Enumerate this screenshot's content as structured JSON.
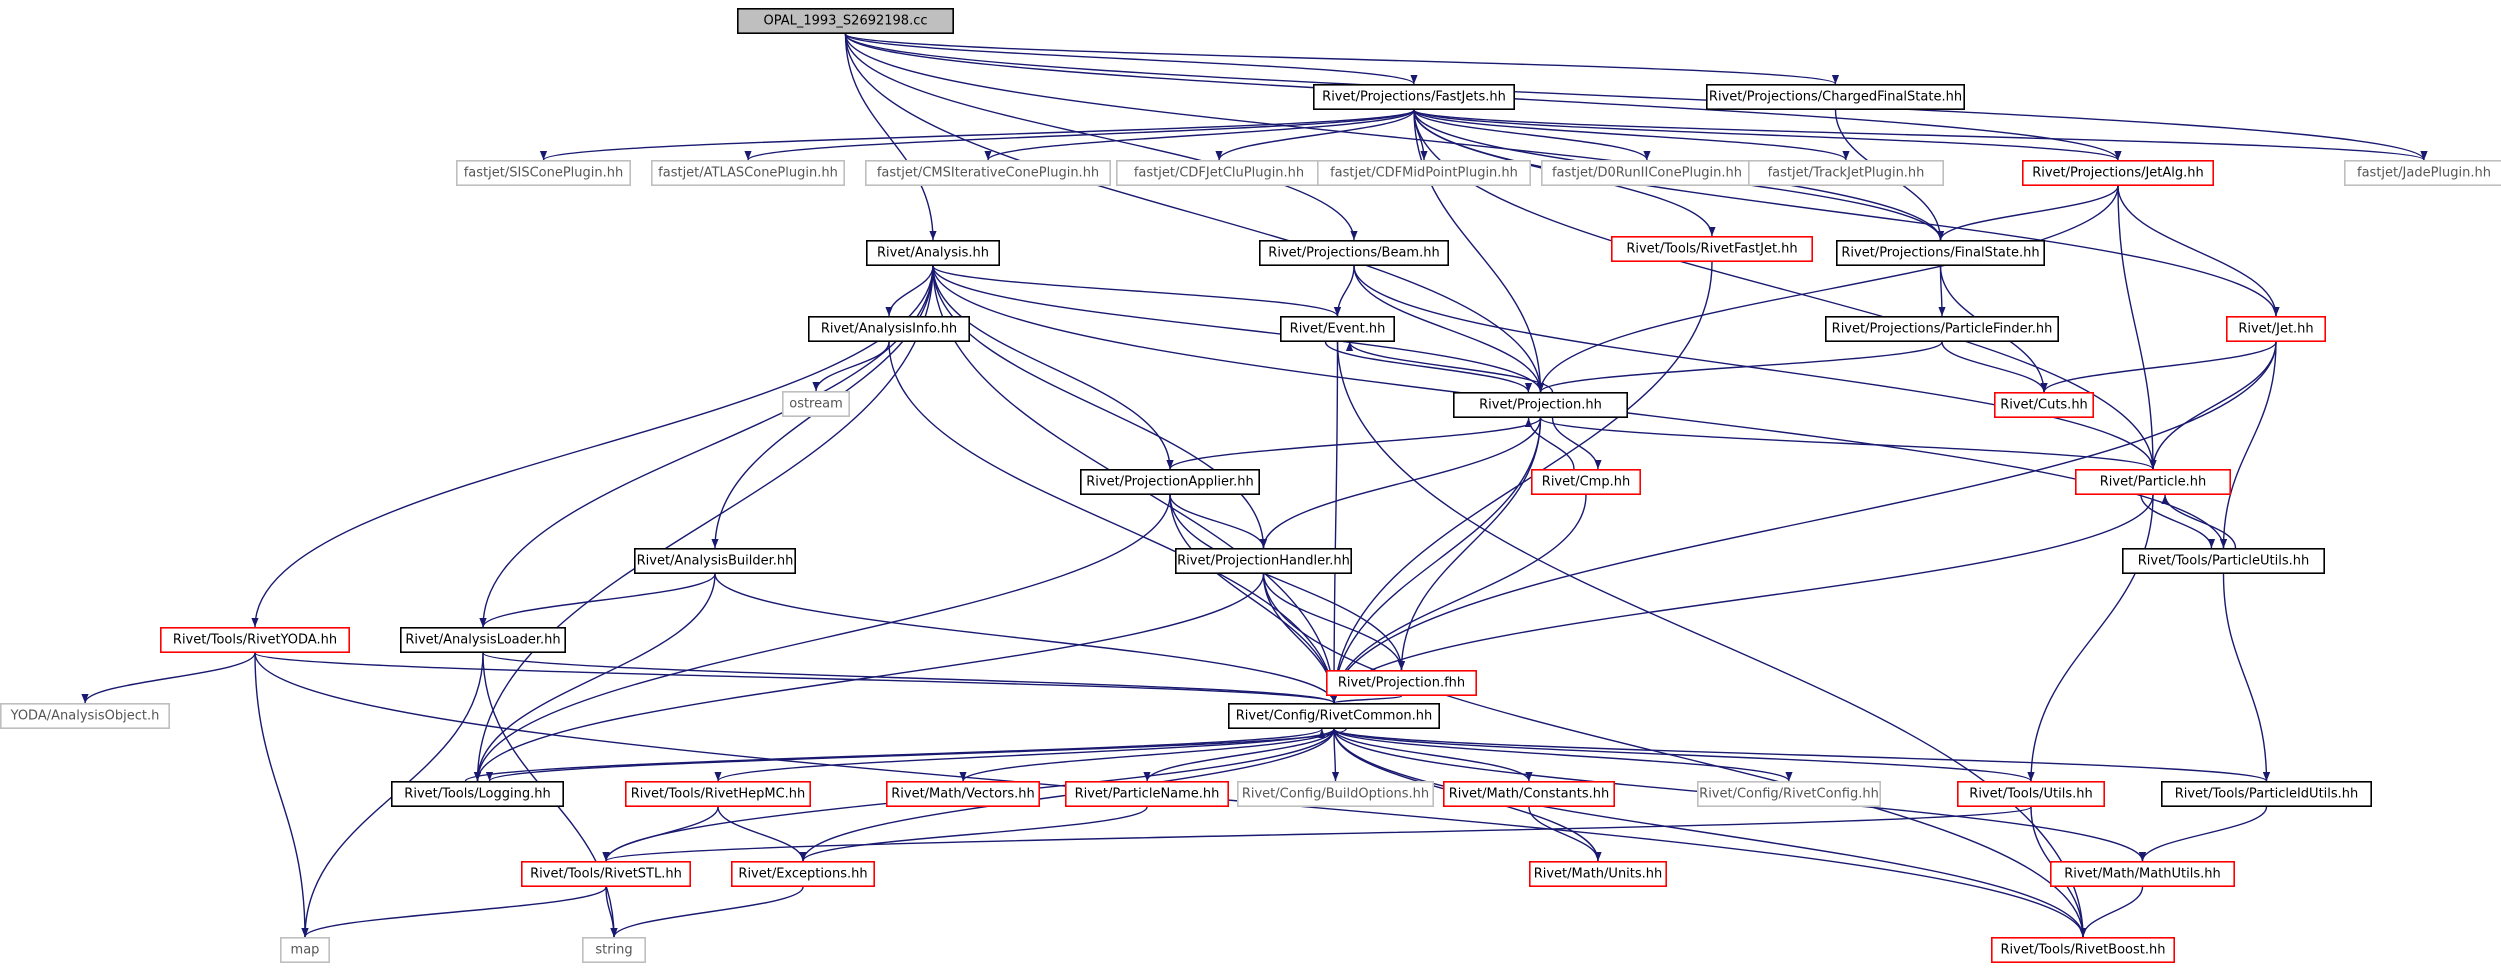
{
  "colors": {
    "edge": "#191970",
    "border_black": "#000000",
    "border_red": "#ff0000",
    "border_gray": "#bfbfbf",
    "root_fill": "#bfbfbf"
  },
  "nodes": [
    {
      "id": "root",
      "label": "OPAL_1993_S2692198.cc",
      "style": "root"
    },
    {
      "id": "fastjets",
      "label": "Rivet/Projections/FastJets.hh",
      "style": "black"
    },
    {
      "id": "chargedfs",
      "label": "Rivet/Projections/ChargedFinalState.hh",
      "style": "black"
    },
    {
      "id": "jadeplugin",
      "label": "fastjet/JadePlugin.hh",
      "style": "gray"
    },
    {
      "id": "siscone",
      "label": "fastjet/SISConePlugin.hh",
      "style": "gray"
    },
    {
      "id": "atlascone",
      "label": "fastjet/ATLASConePlugin.hh",
      "style": "gray"
    },
    {
      "id": "cmscone",
      "label": "fastjet/CMSIterativeConePlugin.hh",
      "style": "gray"
    },
    {
      "id": "cdfjetclu",
      "label": "fastjet/CDFJetCluPlugin.hh",
      "style": "gray"
    },
    {
      "id": "cdfmidpoint",
      "label": "fastjet/CDFMidPointPlugin.hh",
      "style": "gray"
    },
    {
      "id": "d0run",
      "label": "fastjet/D0RunIIConePlugin.hh",
      "style": "gray"
    },
    {
      "id": "trackjet",
      "label": "fastjet/TrackJetPlugin.hh",
      "style": "gray"
    },
    {
      "id": "jetalg",
      "label": "Rivet/Projections/JetAlg.hh",
      "style": "red"
    },
    {
      "id": "analysis",
      "label": "Rivet/Analysis.hh",
      "style": "black"
    },
    {
      "id": "beam",
      "label": "Rivet/Projections/Beam.hh",
      "style": "black"
    },
    {
      "id": "rivetfastjet",
      "label": "Rivet/Tools/RivetFastJet.hh",
      "style": "red"
    },
    {
      "id": "finalstate",
      "label": "Rivet/Projections/FinalState.hh",
      "style": "black"
    },
    {
      "id": "jet",
      "label": "Rivet/Jet.hh",
      "style": "red"
    },
    {
      "id": "analysisinfo",
      "label": "Rivet/AnalysisInfo.hh",
      "style": "black"
    },
    {
      "id": "event",
      "label": "Rivet/Event.hh",
      "style": "black"
    },
    {
      "id": "particlefinder",
      "label": "Rivet/Projections/ParticleFinder.hh",
      "style": "black"
    },
    {
      "id": "cuts",
      "label": "Rivet/Cuts.hh",
      "style": "red"
    },
    {
      "id": "ostream",
      "label": "ostream",
      "style": "gray"
    },
    {
      "id": "projection",
      "label": "Rivet/Projection.hh",
      "style": "black"
    },
    {
      "id": "cmp",
      "label": "Rivet/Cmp.hh",
      "style": "red"
    },
    {
      "id": "particle",
      "label": "Rivet/Particle.hh",
      "style": "red"
    },
    {
      "id": "projapplier",
      "label": "Rivet/ProjectionApplier.hh",
      "style": "black"
    },
    {
      "id": "analysisbuilder",
      "label": "Rivet/AnalysisBuilder.hh",
      "style": "black"
    },
    {
      "id": "projhandler",
      "label": "Rivet/ProjectionHandler.hh",
      "style": "black"
    },
    {
      "id": "particleutils",
      "label": "Rivet/Tools/ParticleUtils.hh",
      "style": "black"
    },
    {
      "id": "rivetyoda",
      "label": "Rivet/Tools/RivetYODA.hh",
      "style": "red"
    },
    {
      "id": "analysisloader",
      "label": "Rivet/AnalysisLoader.hh",
      "style": "black"
    },
    {
      "id": "projfhh",
      "label": "Rivet/Projection.fhh",
      "style": "red"
    },
    {
      "id": "yodaobj",
      "label": "YODA/AnalysisObject.h",
      "style": "gray"
    },
    {
      "id": "rivetcommon",
      "label": "Rivet/Config/RivetCommon.hh",
      "style": "black"
    },
    {
      "id": "logging",
      "label": "Rivet/Tools/Logging.hh",
      "style": "black"
    },
    {
      "id": "hepmc",
      "label": "Rivet/Tools/RivetHepMC.hh",
      "style": "red"
    },
    {
      "id": "vectors",
      "label": "Rivet/Math/Vectors.hh",
      "style": "red"
    },
    {
      "id": "particlename",
      "label": "Rivet/ParticleName.hh",
      "style": "red"
    },
    {
      "id": "buildoptions",
      "label": "Rivet/Config/BuildOptions.hh",
      "style": "gray"
    },
    {
      "id": "constants",
      "label": "Rivet/Math/Constants.hh",
      "style": "red"
    },
    {
      "id": "rivetconfig",
      "label": "Rivet/Config/RivetConfig.hh",
      "style": "gray"
    },
    {
      "id": "utils",
      "label": "Rivet/Tools/Utils.hh",
      "style": "red"
    },
    {
      "id": "pidutils",
      "label": "Rivet/Tools/ParticleIdUtils.hh",
      "style": "black"
    },
    {
      "id": "rivetstl",
      "label": "Rivet/Tools/RivetSTL.hh",
      "style": "red"
    },
    {
      "id": "exceptions",
      "label": "Rivet/Exceptions.hh",
      "style": "red"
    },
    {
      "id": "units",
      "label": "Rivet/Math/Units.hh",
      "style": "red"
    },
    {
      "id": "mathutils",
      "label": "Rivet/Math/MathUtils.hh",
      "style": "red"
    },
    {
      "id": "map",
      "label": "map",
      "style": "gray"
    },
    {
      "id": "string",
      "label": "string",
      "style": "gray"
    },
    {
      "id": "rivetboost",
      "label": "Rivet/Tools/RivetBoost.hh",
      "style": "red"
    }
  ],
  "edges": [
    [
      "root",
      "fastjets"
    ],
    [
      "root",
      "chargedfs"
    ],
    [
      "root",
      "jadeplugin"
    ],
    [
      "root",
      "analysis"
    ],
    [
      "root",
      "projection"
    ],
    [
      "root",
      "finalstate"
    ],
    [
      "root",
      "beam"
    ],
    [
      "root",
      "jetalg"
    ],
    [
      "fastjets",
      "siscone"
    ],
    [
      "fastjets",
      "atlascone"
    ],
    [
      "fastjets",
      "cmscone"
    ],
    [
      "fastjets",
      "cdfjetclu"
    ],
    [
      "fastjets",
      "cdfmidpoint"
    ],
    [
      "fastjets",
      "d0run"
    ],
    [
      "fastjets",
      "trackjet"
    ],
    [
      "fastjets",
      "jadeplugin"
    ],
    [
      "fastjets",
      "jetalg"
    ],
    [
      "fastjets",
      "finalstate"
    ],
    [
      "fastjets",
      "rivetfastjet"
    ],
    [
      "fastjets",
      "jet"
    ],
    [
      "fastjets",
      "particle"
    ],
    [
      "fastjets",
      "projection"
    ],
    [
      "chargedfs",
      "finalstate"
    ],
    [
      "jetalg",
      "finalstate"
    ],
    [
      "jetalg",
      "jet"
    ],
    [
      "jetalg",
      "particle"
    ],
    [
      "jetalg",
      "projection"
    ],
    [
      "analysis",
      "analysisinfo"
    ],
    [
      "analysis",
      "event"
    ],
    [
      "analysis",
      "projection"
    ],
    [
      "analysis",
      "projapplier"
    ],
    [
      "analysis",
      "projhandler"
    ],
    [
      "analysis",
      "analysisbuilder"
    ],
    [
      "analysis",
      "analysisloader"
    ],
    [
      "analysis",
      "rivetyoda"
    ],
    [
      "analysis",
      "logging"
    ],
    [
      "analysis",
      "rivetcommon"
    ],
    [
      "analysis",
      "particleutils"
    ],
    [
      "beam",
      "event"
    ],
    [
      "beam",
      "projection"
    ],
    [
      "beam",
      "particle"
    ],
    [
      "rivetfastjet",
      "rivetcommon"
    ],
    [
      "finalstate",
      "particlefinder"
    ],
    [
      "finalstate",
      "cuts"
    ],
    [
      "jet",
      "cuts"
    ],
    [
      "jet",
      "particle"
    ],
    [
      "jet",
      "particleutils"
    ],
    [
      "jet",
      "rivetcommon"
    ],
    [
      "analysisinfo",
      "ostream"
    ],
    [
      "analysisinfo",
      "rivetcommon"
    ],
    [
      "event",
      "projection"
    ],
    [
      "event",
      "rivetcommon"
    ],
    [
      "event",
      "rivetboost"
    ],
    [
      "particlefinder",
      "projection"
    ],
    [
      "particlefinder",
      "cuts"
    ],
    [
      "projection",
      "event"
    ],
    [
      "projection",
      "cmp"
    ],
    [
      "projection",
      "particle"
    ],
    [
      "projection",
      "projapplier"
    ],
    [
      "projection",
      "projhandler"
    ],
    [
      "projection",
      "projfhh"
    ],
    [
      "projection",
      "rivetcommon"
    ],
    [
      "cmp",
      "projection"
    ],
    [
      "cmp",
      "rivetcommon"
    ],
    [
      "particle",
      "particleutils"
    ],
    [
      "particle",
      "rivetcommon"
    ],
    [
      "particle",
      "utils"
    ],
    [
      "particleutils",
      "particle"
    ],
    [
      "particleutils",
      "pidutils"
    ],
    [
      "projapplier",
      "projhandler"
    ],
    [
      "projapplier",
      "projfhh"
    ],
    [
      "projapplier",
      "rivetcommon"
    ],
    [
      "projapplier",
      "logging"
    ],
    [
      "analysisbuilder",
      "analysisloader"
    ],
    [
      "analysisbuilder",
      "logging"
    ],
    [
      "analysisbuilder",
      "rivetcommon"
    ],
    [
      "projhandler",
      "projfhh"
    ],
    [
      "projhandler",
      "rivetcommon"
    ],
    [
      "projhandler",
      "logging"
    ],
    [
      "projhandler",
      "rivetboost"
    ],
    [
      "projfhh",
      "rivetcommon"
    ],
    [
      "rivetyoda",
      "yodaobj"
    ],
    [
      "rivetyoda",
      "rivetcommon"
    ],
    [
      "rivetyoda",
      "map"
    ],
    [
      "rivetyoda",
      "rivetboost"
    ],
    [
      "analysisloader",
      "rivetcommon"
    ],
    [
      "analysisloader",
      "map"
    ],
    [
      "analysisloader",
      "string"
    ],
    [
      "rivetcommon",
      "logging"
    ],
    [
      "rivetcommon",
      "hepmc"
    ],
    [
      "rivetcommon",
      "vectors"
    ],
    [
      "rivetcommon",
      "particlename"
    ],
    [
      "rivetcommon",
      "buildoptions"
    ],
    [
      "rivetcommon",
      "constants"
    ],
    [
      "rivetcommon",
      "rivetconfig"
    ],
    [
      "rivetcommon",
      "utils"
    ],
    [
      "rivetcommon",
      "pidutils"
    ],
    [
      "rivetcommon",
      "rivetstl"
    ],
    [
      "rivetcommon",
      "exceptions"
    ],
    [
      "rivetcommon",
      "units"
    ],
    [
      "rivetcommon",
      "mathutils"
    ],
    [
      "rivetcommon",
      "rivetboost"
    ],
    [
      "logging",
      "rivetcommon"
    ],
    [
      "hepmc",
      "rivetstl"
    ],
    [
      "hepmc",
      "exceptions"
    ],
    [
      "particlename",
      "exceptions"
    ],
    [
      "constants",
      "units"
    ],
    [
      "utils",
      "rivetstl"
    ],
    [
      "utils",
      "rivetboost"
    ],
    [
      "pidutils",
      "mathutils"
    ],
    [
      "rivetstl",
      "map"
    ],
    [
      "rivetstl",
      "string"
    ],
    [
      "exceptions",
      "string"
    ],
    [
      "mathutils",
      "rivetboost"
    ]
  ]
}
